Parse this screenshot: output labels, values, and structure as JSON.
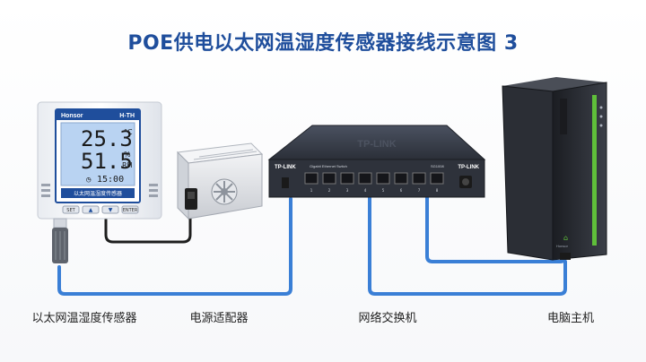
{
  "title": "POE供电以太网温湿度传感器接线示意图 3",
  "sensor": {
    "brand": "Honsor",
    "model": "H-TH",
    "temperature": "25.3",
    "temp_unit": "°C",
    "humidity": "51.5",
    "hum_unit_pct": "%",
    "hum_unit_rh": "RH",
    "time": "15:00",
    "caption": "以太网温湿度传感器",
    "buttons": [
      "SET",
      "▲",
      "▼",
      "ENTER"
    ]
  },
  "switch": {
    "brand_left": "TP-LINK",
    "brand_right": "TP-LINK",
    "model_text": "Gigabit Ethernet Switch",
    "model_code": "SG1008",
    "ports": [
      "1",
      "2",
      "3",
      "4",
      "5",
      "6",
      "7",
      "8"
    ]
  },
  "pc": {
    "brand": "Honsor"
  },
  "labels": {
    "sensor": "以太网温湿度传感器",
    "adapter": "电源适配器",
    "switch": "网络交换机",
    "pc": "电脑主机"
  },
  "colors": {
    "title": "#1f4e9c",
    "cable": "#3a7fd6",
    "lcd": "#b9d3f2",
    "green_strip": "#5fbf3a"
  }
}
